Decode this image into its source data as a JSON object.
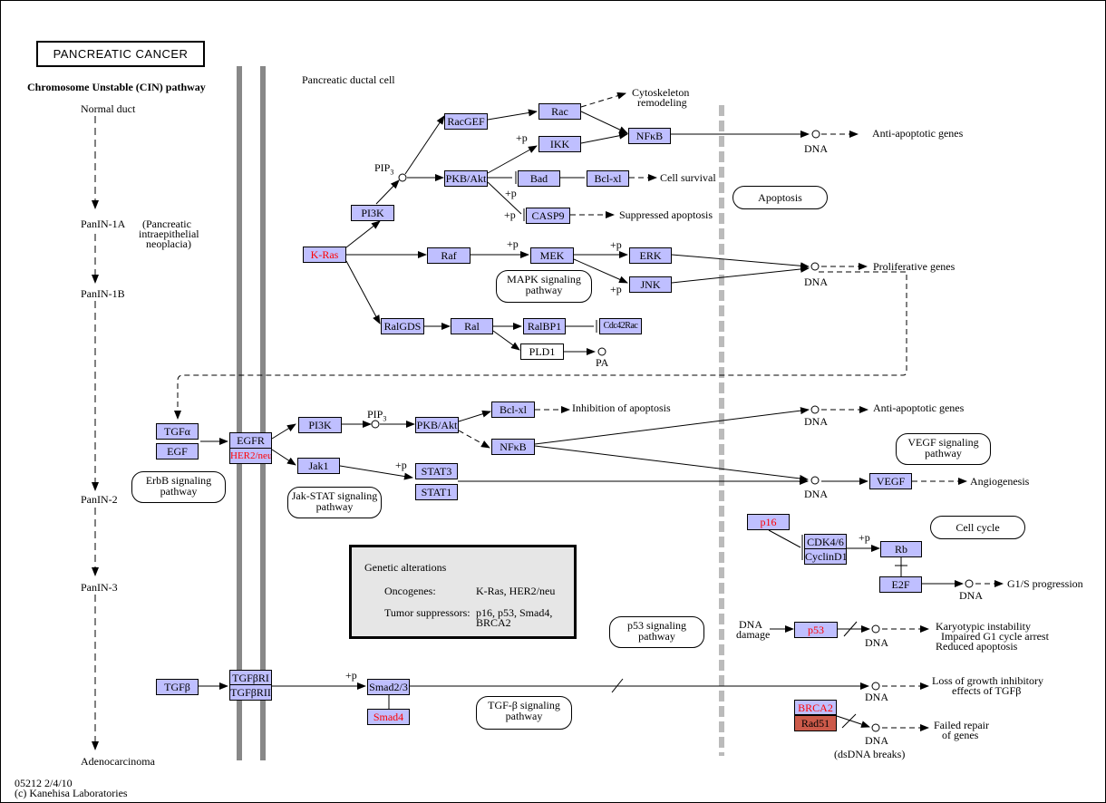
{
  "title": "PANCREATIC CANCER",
  "cin_heading": "Chromosome Unstable (CIN) pathway",
  "cell_label": "Pancreatic ductal cell",
  "stages": [
    "Normal duct",
    "PanIN-1A",
    "PanIN-1B",
    "PanIN-2",
    "PanIN-3",
    "Adenocarcinoma"
  ],
  "panin_note": [
    "(Pancreatic",
    "intraepithelial",
    "neoplacia)"
  ],
  "nodes": {
    "kras": "K-Ras",
    "pi3k_top": "PI3K",
    "racgef": "RacGEF",
    "rac": "Rac",
    "nfkb_top": "NFκB",
    "ikk": "IKK",
    "pkbakt_top": "PKB/Akt",
    "bad": "Bad",
    "bclxl_top": "Bcl-xl",
    "casp9": "CASP9",
    "raf": "Raf",
    "mek": "MEK",
    "erk": "ERK",
    "jnk": "JNK",
    "ralgds": "RalGDS",
    "ral": "Ral",
    "ralbp1": "RalBP1",
    "cdc42rac": "Cdc42Rac",
    "pld1": "PLD1",
    "tgfa": "TGFα",
    "egf": "EGF",
    "egfr": "EGFR",
    "her2neu": "HER2/neu",
    "pi3k_mid": "PI3K",
    "pkbakt_mid": "PKB/Akt",
    "bclxl_mid": "Bcl-xl",
    "nfkb_mid": "NFκB",
    "jak1": "Jak1",
    "stat3": "STAT3",
    "stat1": "STAT1",
    "vegf": "VEGF",
    "p16": "p16",
    "cdk46": "CDK4/6",
    "cyclind1": "CyclinD1",
    "rb": "Rb",
    "e2f": "E2F",
    "p53": "p53",
    "tgfb": "TGFβ",
    "tgfbri": "TGFβRI",
    "tgfbrii": "TGFβRII",
    "smad23": "Smad2/3",
    "smad4": "Smad4",
    "brca2": "BRCA2",
    "rad51": "Rad51"
  },
  "maps": {
    "apoptosis": "Apoptosis",
    "mapk": [
      "MAPK signaling",
      "pathway"
    ],
    "erbb": [
      "ErbB signaling",
      "pathway"
    ],
    "jakstat": [
      "Jak-STAT signaling",
      "pathway"
    ],
    "vegf": [
      "VEGF signaling",
      "pathway"
    ],
    "cellcycle": "Cell cycle",
    "p53": [
      "p53 signaling",
      "pathway"
    ],
    "tgfb": [
      "TGF-β signaling",
      "pathway"
    ]
  },
  "outcomes": {
    "cytoskeleton": [
      "Cytoskeleton",
      "remodeling"
    ],
    "anti_apoptotic_top": "Anti-apoptotic genes",
    "cell_survival": "Cell survival",
    "suppressed_apoptosis": "Suppressed apoptosis",
    "proliferative": "Proliferative genes",
    "pa": "PA",
    "inhibition_apoptosis": "Inhibition of apoptosis",
    "anti_apoptotic_mid": "Anti-apoptotic genes",
    "angiogenesis": "Angiogenesis",
    "g1s": "G1/S progression",
    "p53_out": [
      "Karyotypic instability",
      "Impaired G1 cycle arrest",
      "Reduced apoptosis"
    ],
    "tgfb_out": [
      "Loss of growth inhibitory",
      "effects of TGFβ"
    ],
    "repair_out": [
      "Failed repair",
      "of genes"
    ],
    "dna_damage": [
      "DNA",
      "damage"
    ],
    "dsdna": "(dsDNA breaks)"
  },
  "labels": {
    "dna": "DNA",
    "pip3": "PIP",
    "pip3_sub": "3",
    "plus_p": "+p"
  },
  "legend": {
    "title": "Genetic alterations",
    "onc_label": "Oncogenes:",
    "onc_value": "K-Ras, HER2/neu",
    "sup_label": "Tumor suppressors:",
    "sup_value": [
      "p16, p53, Smad4,",
      "BRCA2"
    ]
  },
  "footer": [
    "05212 2/4/10",
    "(c) Kanehisa Laboratories"
  ],
  "colors": {
    "gene_fill": "#bfbfff",
    "mutated_text": "#ff0000",
    "rad51_fill": "#cc5a4a",
    "membrane": "#888888",
    "nuclear_membrane": "#bbbbbb",
    "legend_fill": "#e6e6e6"
  }
}
